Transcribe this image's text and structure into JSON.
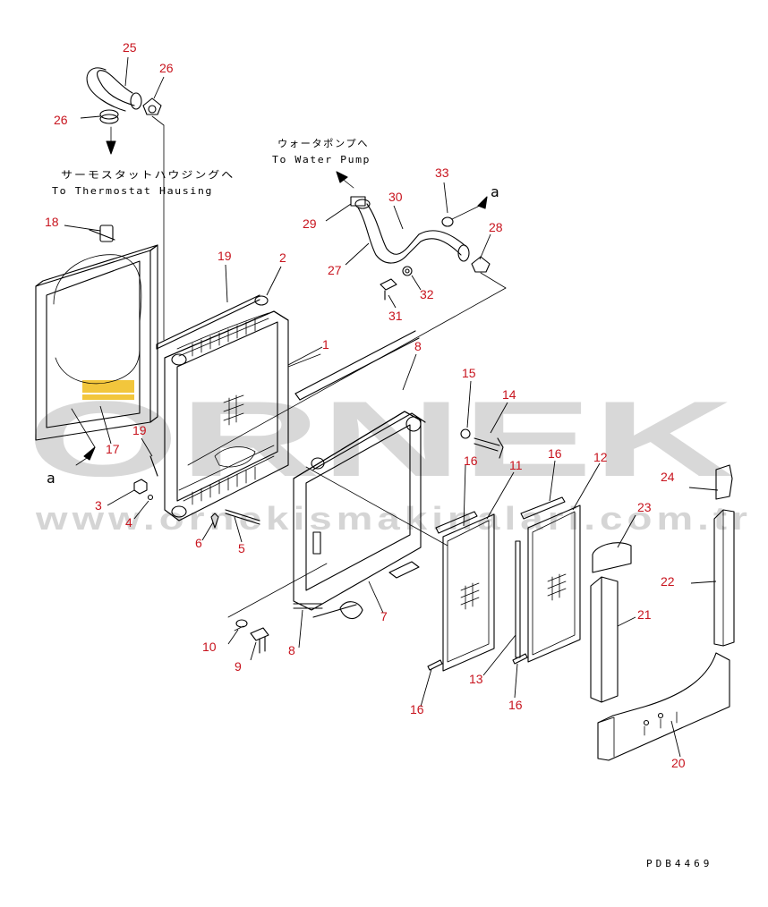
{
  "watermark": {
    "brand": "ORNEK",
    "url": "www.ornekismakinalari.com.tr",
    "accent_color": "#f2c63c",
    "text_color": "#d8d8d8"
  },
  "captions": {
    "thermostat_jp": "サーモスタットハウジングへ",
    "thermostat_en": "To Thermostat Hausing",
    "water_pump_jp": "ウォータポンプへ",
    "water_pump_en": "To Water Pump",
    "arrow_ref_top": "a",
    "arrow_ref_left": "a"
  },
  "drawing_code": "PDB4469",
  "callout_color": "#c8141e",
  "callouts": [
    {
      "id": "c25",
      "label": "25"
    },
    {
      "id": "c26a",
      "label": "26"
    },
    {
      "id": "c26b",
      "label": "26"
    },
    {
      "id": "c18",
      "label": "18"
    },
    {
      "id": "c19a",
      "label": "19"
    },
    {
      "id": "c2",
      "label": "2"
    },
    {
      "id": "c29",
      "label": "29"
    },
    {
      "id": "c30",
      "label": "30"
    },
    {
      "id": "c33",
      "label": "33"
    },
    {
      "id": "c28",
      "label": "28"
    },
    {
      "id": "c27",
      "label": "27"
    },
    {
      "id": "c32",
      "label": "32"
    },
    {
      "id": "c31",
      "label": "31"
    },
    {
      "id": "c1",
      "label": "1"
    },
    {
      "id": "c8a",
      "label": "8"
    },
    {
      "id": "c15",
      "label": "15"
    },
    {
      "id": "c14",
      "label": "14"
    },
    {
      "id": "c17",
      "label": "17"
    },
    {
      "id": "c19b",
      "label": "19"
    },
    {
      "id": "c16a",
      "label": "16"
    },
    {
      "id": "c11",
      "label": "11"
    },
    {
      "id": "c16b",
      "label": "16"
    },
    {
      "id": "c12",
      "label": "12"
    },
    {
      "id": "c24",
      "label": "24"
    },
    {
      "id": "c3",
      "label": "3"
    },
    {
      "id": "c4",
      "label": "4"
    },
    {
      "id": "c6",
      "label": "6"
    },
    {
      "id": "c5",
      "label": "5"
    },
    {
      "id": "c23",
      "label": "23"
    },
    {
      "id": "c22",
      "label": "22"
    },
    {
      "id": "c21",
      "label": "21"
    },
    {
      "id": "c7",
      "label": "7"
    },
    {
      "id": "c10",
      "label": "10"
    },
    {
      "id": "c9",
      "label": "9"
    },
    {
      "id": "c8b",
      "label": "8"
    },
    {
      "id": "c13",
      "label": "13"
    },
    {
      "id": "c16c",
      "label": "16"
    },
    {
      "id": "c16d",
      "label": "16"
    },
    {
      "id": "c20",
      "label": "20"
    }
  ]
}
